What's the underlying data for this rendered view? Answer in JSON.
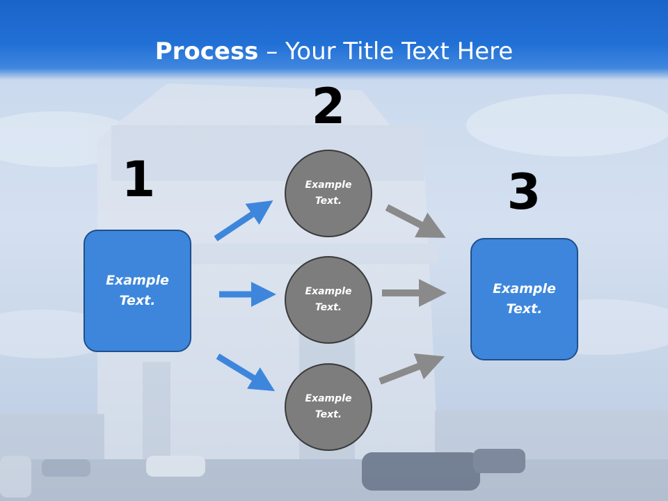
{
  "title": {
    "bold": "Process",
    "rest": " – Your Title Text Here"
  },
  "steps": [
    {
      "number": "1"
    },
    {
      "number": "2"
    },
    {
      "number": "3"
    }
  ],
  "left_box": {
    "text": "Example\nText."
  },
  "circles": [
    {
      "text": "Example\nText."
    },
    {
      "text": "Example\nText."
    },
    {
      "text": "Example\nText."
    }
  ],
  "right_box": {
    "text": "Example\nText."
  },
  "colors": {
    "header": "#2170d6",
    "box": "#3d86dc",
    "circle": "#7d7d7d",
    "arrow_blue": "#3d86dc",
    "arrow_gray": "#8a8a8a"
  }
}
